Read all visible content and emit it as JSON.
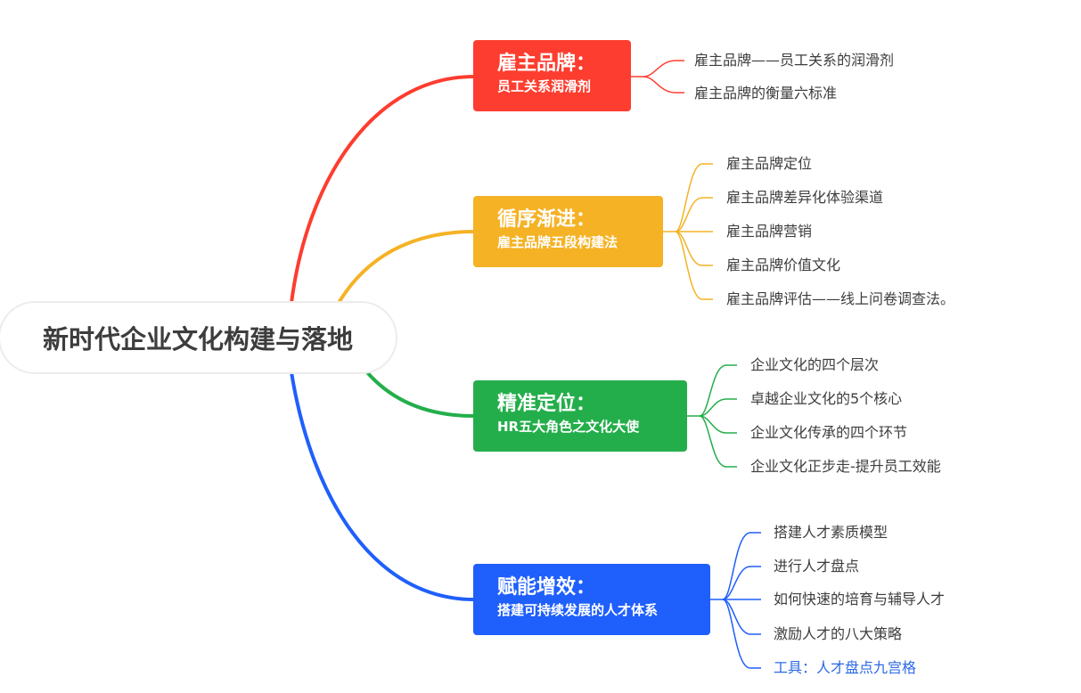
{
  "root": {
    "title": "新时代企业文化构建与落地"
  },
  "colors": {
    "red": "#fd3d2f",
    "yellow": "#f5b225",
    "green": "#24ae4b",
    "blue": "#1f5ffb",
    "text": "#3d3d3d",
    "link": "#2b68e6"
  },
  "branches": [
    {
      "title": "雇主品牌：",
      "subtitle": "员工关系润滑剂",
      "color": "#fd3d2f",
      "children": [
        "雇主品牌——员工关系的润滑剂",
        "雇主品牌的衡量六标准"
      ]
    },
    {
      "title": "循序渐进：",
      "subtitle": "雇主品牌五段构建法",
      "color": "#f5b225",
      "children": [
        "雇主品牌定位",
        "雇主品牌差异化体验渠道",
        "雇主品牌营销",
        "雇主品牌价值文化",
        "雇主品牌评估——线上问卷调查法。"
      ]
    },
    {
      "title": "精准定位：",
      "subtitle": "HR五大角色之文化大使",
      "color": "#24ae4b",
      "children": [
        "企业文化的四个层次",
        "卓越企业文化的5个核心",
        "企业文化传承的四个环节",
        "企业文化正步走-提升员工效能"
      ]
    },
    {
      "title": "赋能增效：",
      "subtitle": "搭建可持续发展的人才体系",
      "color": "#1f5ffb",
      "children": [
        "搭建人才素质模型",
        "进行人才盘点",
        "如何快速的培育与辅导人才",
        "激励人才的八大策略",
        "工具：人才盘点九宫格"
      ]
    }
  ]
}
